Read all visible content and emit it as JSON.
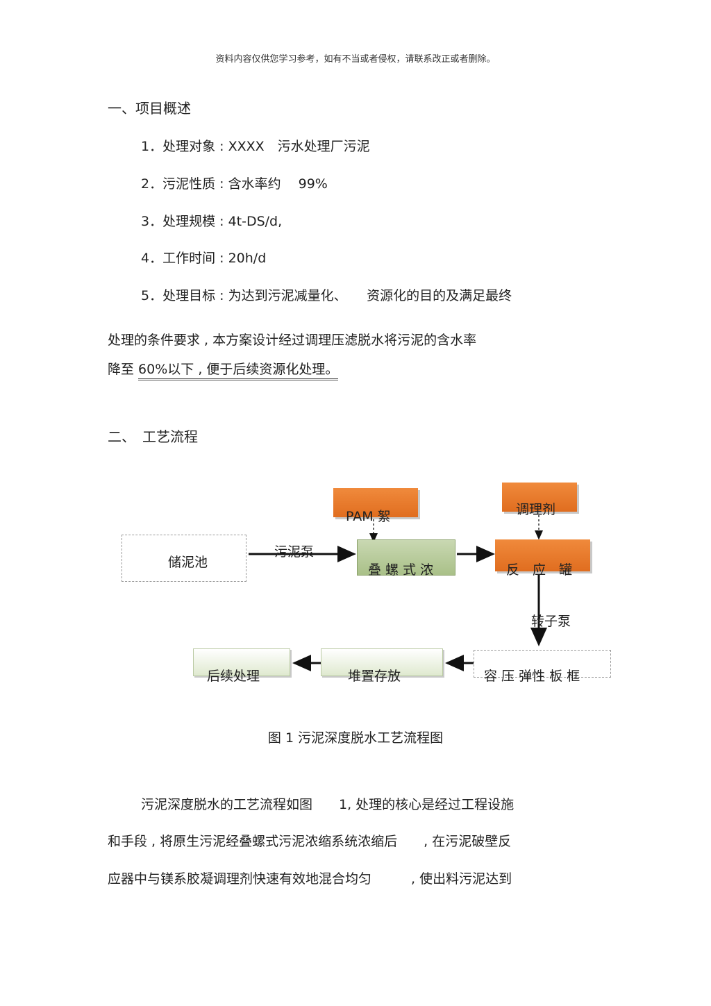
{
  "header": "资料内容仅供您学习参考，如有不当或者侵权，请联系改正或者删除。",
  "section1": {
    "title": "一、项目概述",
    "items": [
      "1．处理对象 : XXXX　污水处理厂污泥",
      "2．污泥性质 : 含水率约　 99%",
      "3．处理规模 : 4t-DS/d,",
      "4．工作时间 : 20h/d",
      "5．处理目标 : 为达到污泥减量化、　　资源化的目的及满足最终"
    ],
    "para_line1": "处理的条件要求 , 本方案设计经过调理压滤脱水将污泥的含水率",
    "para_line2_prefix": "降至 ",
    "para_line2_underlined": "60%以下 , 便于后续资源化处理。"
  },
  "section2": {
    "title": "二、　工艺流程"
  },
  "flowchart": {
    "storage_tank": "储泥池",
    "sludge_pump": "污泥泵",
    "pam": "PAM 絮",
    "thickener": "叠 螺 式 浓",
    "conditioner": "调理剂",
    "reactor": "反　应　罐",
    "rotor_pump": "转子泵",
    "filter_press": "容 压 弹性 板 框",
    "stacking": "堆置存放",
    "followup": "后续处理",
    "colors": {
      "orange": "#e8782a",
      "green": "#b5c99a",
      "arrow": "#111111"
    }
  },
  "caption": "图 1 污泥深度脱水工艺流程图",
  "body": [
    "污泥深度脱水的工艺流程如图　　1, 处理的核心是经过工程设施",
    "和手段 , 将原生污泥经叠螺式污泥浓缩系统浓缩后　　, 在污泥破壁反",
    "应器中与镁系胶凝调理剂快速有效地混合均匀　　　, 使出料污泥达到"
  ]
}
